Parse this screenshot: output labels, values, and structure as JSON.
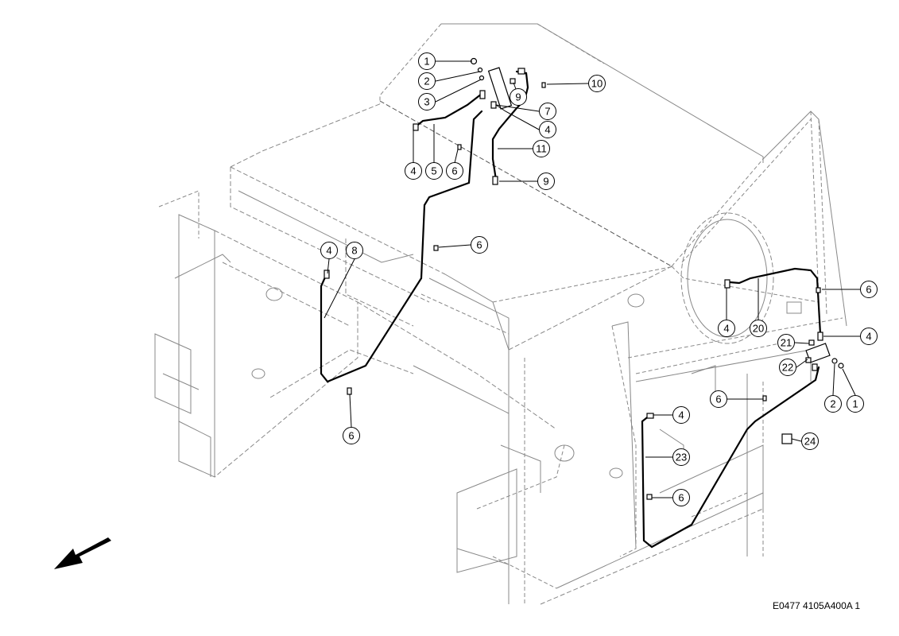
{
  "figure": {
    "code": "E0477 4105A400A 1",
    "callouts": [
      {
        "n": "1"
      },
      {
        "n": "2"
      },
      {
        "n": "3"
      },
      {
        "n": "4"
      },
      {
        "n": "5"
      },
      {
        "n": "6"
      },
      {
        "n": "9"
      },
      {
        "n": "10"
      },
      {
        "n": "7"
      },
      {
        "n": "4"
      },
      {
        "n": "11"
      },
      {
        "n": "9"
      },
      {
        "n": "6"
      },
      {
        "n": "4"
      },
      {
        "n": "8"
      },
      {
        "n": "6"
      },
      {
        "n": "6"
      },
      {
        "n": "4"
      },
      {
        "n": "20"
      },
      {
        "n": "4"
      },
      {
        "n": "21"
      },
      {
        "n": "22"
      },
      {
        "n": "2"
      },
      {
        "n": "1"
      },
      {
        "n": "6"
      },
      {
        "n": "4"
      },
      {
        "n": "24"
      },
      {
        "n": "23"
      },
      {
        "n": "6"
      }
    ]
  }
}
